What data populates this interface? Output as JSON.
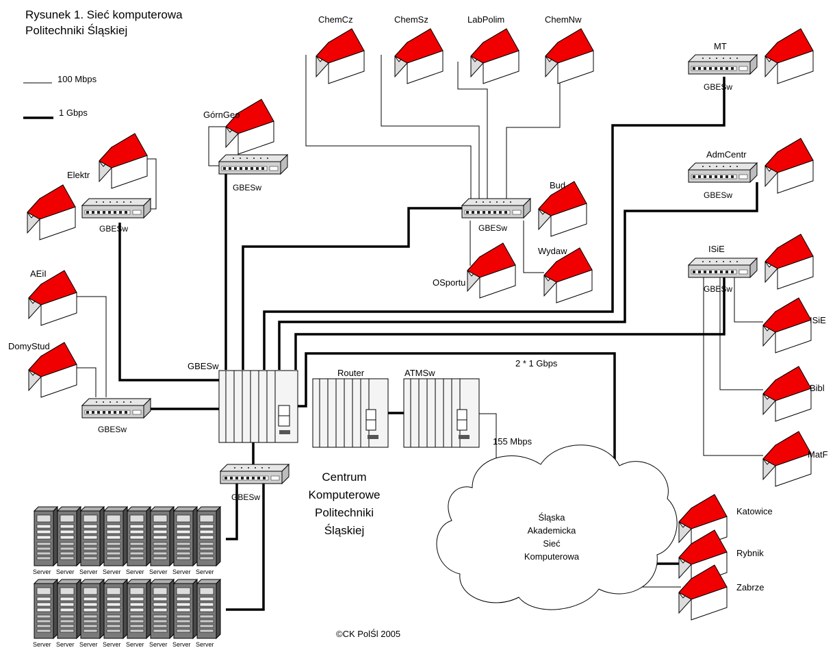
{
  "title_line1": "Rysunek 1. Sieć komputerowa",
  "title_line2": "Politechniki Śląskiej",
  "legend": {
    "thin_label": "100 Mbps",
    "thick_label": "1 Gbps"
  },
  "core_label": "GBESw",
  "router_label": "Router",
  "atm_label": "ATMSw",
  "link_2x1gbps": "2 * 1 Gbps",
  "link_155": "155 Mbps",
  "switch_label": "GBESw",
  "server_label": "Server",
  "center": {
    "line1": "Centrum",
    "line2": "Komputerowe",
    "line3": "Politechniki",
    "line4": "Śląskiej"
  },
  "cloud": {
    "line1": "Śląska",
    "line2": "Akademicka",
    "line3": "Sieć",
    "line4": "Komputerowa"
  },
  "buildings": {
    "chemcz": "ChemCz",
    "chemsz": "ChemSz",
    "labpolim": "LabPolim",
    "chemnw": "ChemNw",
    "mt": "MT",
    "gorngeo": "GórnGeo",
    "elektr": "Elektr",
    "aeii": "AEiI",
    "domystud": "DomyStud",
    "bud": "Bud",
    "wydaw": "Wydaw",
    "osportu": "OSportu",
    "admcentr": "AdmCentr",
    "isie_top": "ISiE",
    "isie": "ISiE",
    "bibl": "Bibl",
    "matf": "MatF",
    "katowice": "Katowice",
    "rybnik": "Rybnik",
    "zabrze": "Zabrze"
  },
  "copyright": "©CK PolŚl 2005"
}
